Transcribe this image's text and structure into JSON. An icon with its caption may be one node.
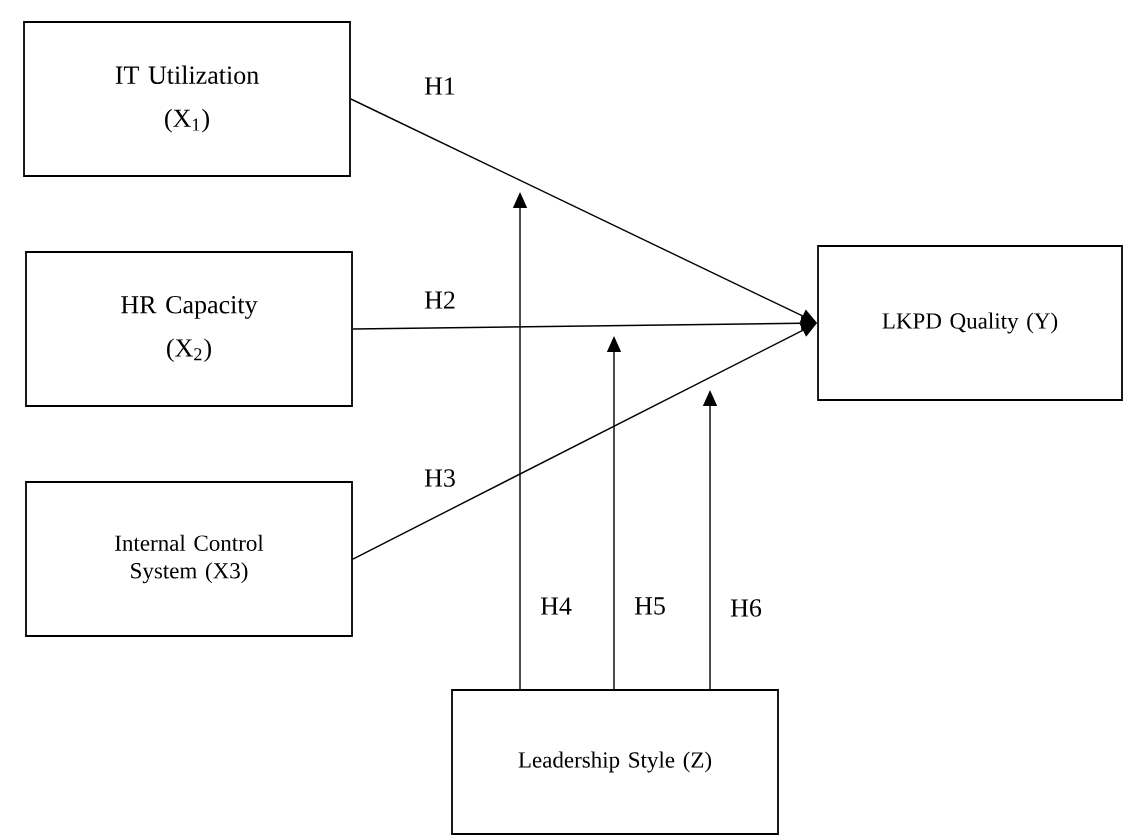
{
  "diagram": {
    "nodes": [
      {
        "text": [
          "IT Utilization",
          "(X$_{1}$)"
        ]
      },
      {
        "text": [
          "HR Capacity",
          "(X$_{2}$)"
        ]
      },
      {
        "text": [
          "Internal Control System (X3)"
        ]
      },
      {
        "text": [
          "LKPD Quality (Y)"
        ]
      },
      {
        "text": [
          "Leadership Style (Z)"
        ]
      }
    ],
    "edges": [
      {
        "from": 0,
        "to": 3,
        "arrow": "to",
        "label": "H1"
      },
      {
        "from": 1,
        "to": 3,
        "arrow": "to",
        "label": "H2"
      },
      {
        "from": 2,
        "to": 3,
        "arrow": "to",
        "label": "H3"
      },
      {
        "from": 4,
        "to": null,
        "arrow": "to",
        "label": "H4"
      },
      {
        "from": 4,
        "to": null,
        "arrow": "to",
        "label": "H5"
      },
      {
        "from": 4,
        "to": null,
        "arrow": "to",
        "label": "H6"
      }
    ]
  }
}
